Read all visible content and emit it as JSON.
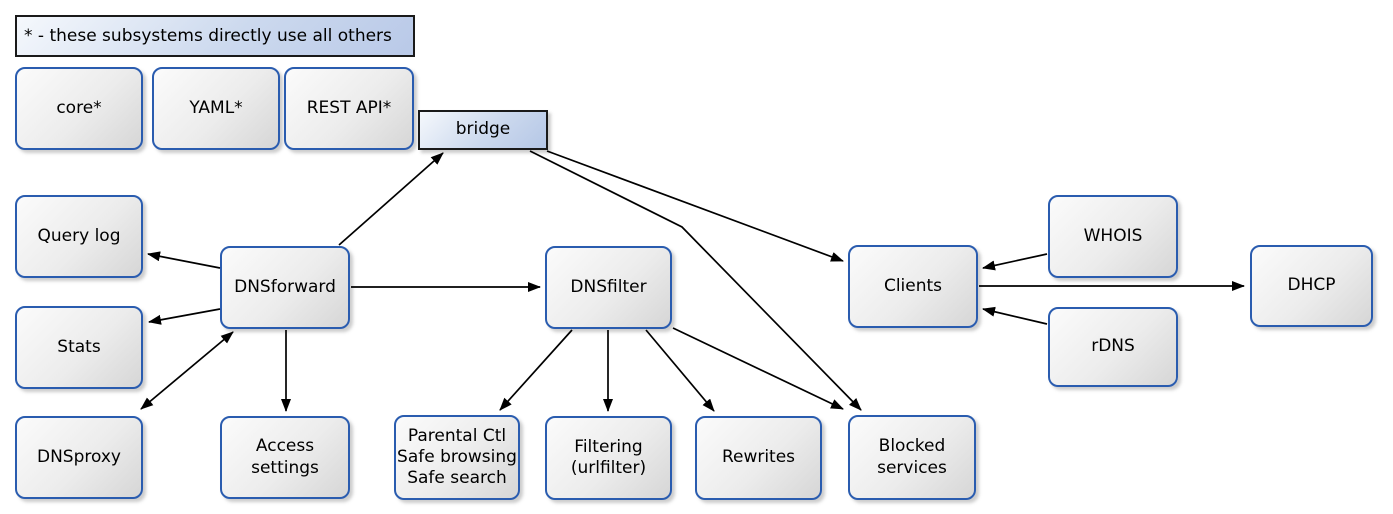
{
  "diagram": {
    "legend": "* - these subsystems directly use all others",
    "nodes": {
      "core": {
        "label": "core*"
      },
      "yaml": {
        "label": "YAML*"
      },
      "rest_api": {
        "label": "REST API*"
      },
      "bridge": {
        "label": "bridge"
      },
      "query_log": {
        "label": "Query log"
      },
      "stats": {
        "label": "Stats"
      },
      "dnsproxy": {
        "label": "DNSproxy"
      },
      "dnsforward": {
        "label": "DNSforward"
      },
      "access_settings": {
        "label": "Access\nsettings"
      },
      "dnsfilter": {
        "label": "DNSfilter"
      },
      "parental": {
        "label": "Parental Ctl\nSafe browsing\nSafe search"
      },
      "filtering": {
        "label": "Filtering\n(urlfilter)"
      },
      "rewrites": {
        "label": "Rewrites"
      },
      "blocked_services": {
        "label": "Blocked\nservices"
      },
      "clients": {
        "label": "Clients"
      },
      "whois": {
        "label": "WHOIS"
      },
      "rdns": {
        "label": "rDNS"
      },
      "dhcp": {
        "label": "DHCP"
      }
    },
    "edges": [
      {
        "from": "DNSforward",
        "to": "Query log",
        "direction": "one-way"
      },
      {
        "from": "DNSforward",
        "to": "Stats",
        "direction": "one-way"
      },
      {
        "from": "DNSforward",
        "to": "DNSproxy",
        "direction": "two-way"
      },
      {
        "from": "DNSforward",
        "to": "bridge",
        "direction": "one-way"
      },
      {
        "from": "DNSforward",
        "to": "DNSfilter",
        "direction": "one-way"
      },
      {
        "from": "DNSforward",
        "to": "Access settings",
        "direction": "one-way"
      },
      {
        "from": "bridge",
        "to": "Clients",
        "direction": "one-way"
      },
      {
        "from": "bridge",
        "to": "Blocked services",
        "direction": "one-way"
      },
      {
        "from": "DNSfilter",
        "to": "Parental Ctl Safe browsing Safe search",
        "direction": "one-way"
      },
      {
        "from": "DNSfilter",
        "to": "Filtering (urlfilter)",
        "direction": "one-way"
      },
      {
        "from": "DNSfilter",
        "to": "Rewrites",
        "direction": "one-way"
      },
      {
        "from": "DNSfilter",
        "to": "Blocked services",
        "direction": "one-way"
      },
      {
        "from": "WHOIS",
        "to": "Clients",
        "direction": "one-way"
      },
      {
        "from": "rDNS",
        "to": "Clients",
        "direction": "one-way"
      },
      {
        "from": "Clients",
        "to": "DHCP",
        "direction": "one-way"
      }
    ],
    "colors": {
      "node_border": "#2a5caf",
      "accent_fill": "#b9c9e8",
      "edge": "#000000",
      "background": "#ffffff"
    }
  }
}
